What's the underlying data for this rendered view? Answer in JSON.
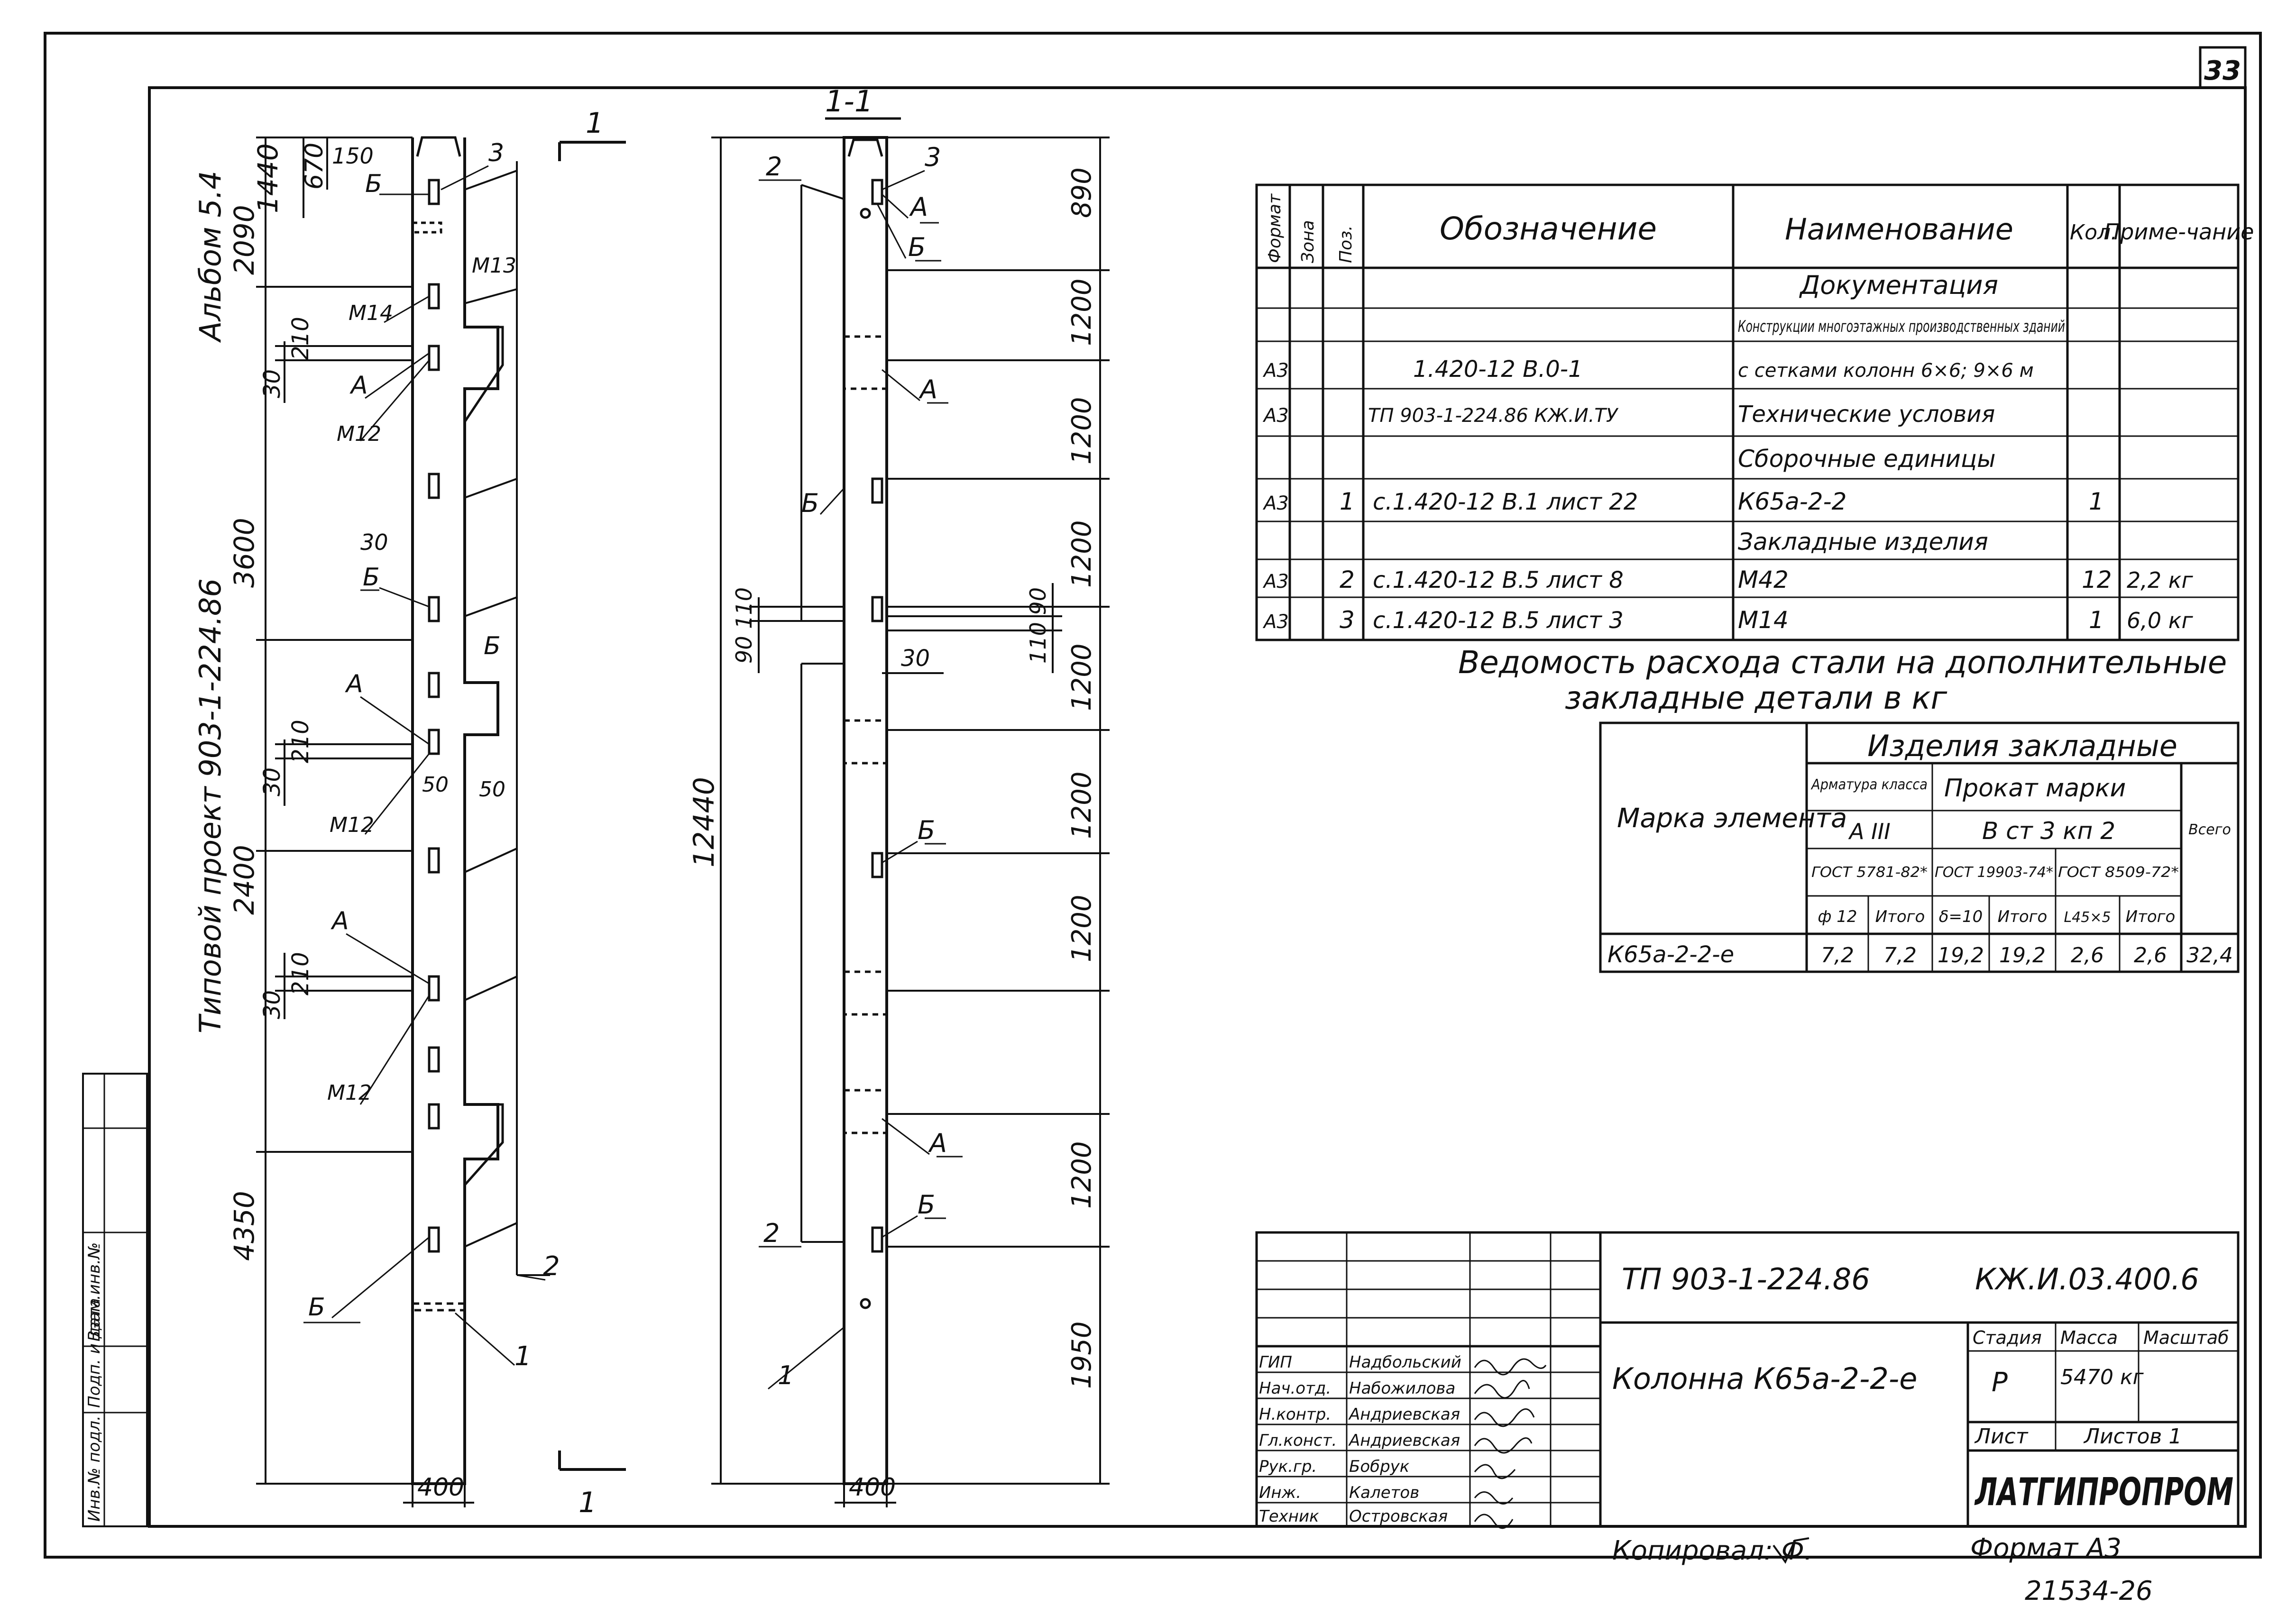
{
  "sheet": {
    "page_number": "33",
    "album": "Альбом 5.4",
    "project": "Типовой проект 903-1-224.86",
    "copied_by": "Копировал: Ф.",
    "format": "Формат А3",
    "archive_number": "21534-26"
  },
  "side_stamp": {
    "inv_no": "Инв.№ подл.",
    "sign_date": "Подп. и дата",
    "replaces": "Взам.инв.№"
  },
  "view_left": {
    "dims_left": [
      "1440",
      "670",
      "150",
      "2090",
      "210",
      "30",
      "3600",
      "30",
      "210",
      "2400",
      "30",
      "210",
      "4350"
    ],
    "labels": [
      "3",
      "Б",
      "М13",
      "М14",
      "А",
      "М12",
      "30",
      "Б",
      "Б",
      "А",
      "50",
      "50",
      "М12",
      "А",
      "М12",
      "Б",
      "1",
      "2"
    ],
    "section_mark": "1",
    "width_dim": "400"
  },
  "view_right": {
    "title": "1-1",
    "dims_right": [
      "890",
      "1200",
      "1200",
      "1200",
      "1200",
      "1200",
      "1200",
      "1200",
      "1950"
    ],
    "overall_height": "12440",
    "dims_mid_left": "90 110",
    "dims_mid_right": "110 90",
    "dim_30": "30",
    "labels": [
      "2",
      "3",
      "А",
      "Б",
      "А",
      "Б",
      "Б",
      "А",
      "Б",
      "2",
      "1"
    ],
    "width_dim": "400"
  },
  "spec_table": {
    "headers": [
      "Формат",
      "Зона",
      "Поз.",
      "Обозначение",
      "Наименование",
      "Кол.",
      "Приме-чание"
    ],
    "rows": [
      {
        "format": "",
        "pos": "",
        "designation": "",
        "name": "Документация",
        "qty": "",
        "note": ""
      },
      {
        "format": "",
        "pos": "",
        "designation": "",
        "name": "Конструкции многоэтажных производственных зданий",
        "qty": "",
        "note": ""
      },
      {
        "format": "А3",
        "pos": "",
        "designation": "1.420-12 В.0-1",
        "name": "с сетками колонн 6×6; 9×6 м",
        "qty": "",
        "note": ""
      },
      {
        "format": "А3",
        "pos": "",
        "designation": "ТП 903-1-224.86  КЖ.И.ТУ",
        "name": "Технические условия",
        "qty": "",
        "note": ""
      },
      {
        "format": "",
        "pos": "",
        "designation": "",
        "name": "Сборочные единицы",
        "qty": "",
        "note": ""
      },
      {
        "format": "А3",
        "pos": "1",
        "designation": "с.1.420-12 В.1 лист 22",
        "name": "К65а-2-2",
        "qty": "1",
        "note": ""
      },
      {
        "format": "",
        "pos": "",
        "designation": "",
        "name": "Закладные изделия",
        "qty": "",
        "note": ""
      },
      {
        "format": "А3",
        "pos": "2",
        "designation": "с.1.420-12 В.5 лист 8",
        "name": "М42",
        "qty": "12",
        "note": "2,2 кг"
      },
      {
        "format": "А3",
        "pos": "3",
        "designation": "с.1.420-12 В.5 лист 3",
        "name": "М14",
        "qty": "1",
        "note": "6,0 кг"
      }
    ]
  },
  "steel_table": {
    "title_line1": "Ведомость расхода стали на дополнительные",
    "title_line2": "закладные детали в кг",
    "group_header": "Изделия закладные",
    "mark_header": "Марка элемента",
    "rebar_class_header": "Арматура класса",
    "rebar_class": "А III",
    "rolled_header": "Прокат марки",
    "rolled_grade": "В ст 3 кп 2",
    "gost1": "ГОСТ 5781-82*",
    "gost2": "ГОСТ 19903-74*",
    "gost3": "ГОСТ 8509-72*",
    "total_header": "Всего",
    "sub_headers": [
      "ф 12",
      "Итого",
      "δ=10",
      "Итого",
      "L45×5",
      "Итого"
    ],
    "row": {
      "mark": "К65а-2-2-е",
      "values": [
        "7,2",
        "7,2",
        "19,2",
        "19,2",
        "2,6",
        "2,6",
        "32,4"
      ]
    }
  },
  "title_block": {
    "project_code": "ТП 903-1-224.86",
    "drawing_code": "КЖ.И.03.400.6",
    "name": "Колонна К65а-2-2-е",
    "stage_header": "Стадия",
    "mass_header": "Масса",
    "scale_header": "Масштаб",
    "stage": "Р",
    "mass": "5470 кг",
    "sheet_label": "Лист",
    "sheets_label": "Листов 1",
    "organization": "ЛАТГИПРОПРОМ",
    "signers": [
      {
        "role": "ГИП",
        "name": "Надбольский"
      },
      {
        "role": "Нач.отд.",
        "name": "Набожилова"
      },
      {
        "role": "Н.контр.",
        "name": "Андриевская"
      },
      {
        "role": "Гл.конст.",
        "name": "Андриевская"
      },
      {
        "role": "Рук.гр.",
        "name": "Бобрук"
      },
      {
        "role": "Инж.",
        "name": "Калетов"
      },
      {
        "role": "Техник",
        "name": "Островская"
      }
    ]
  }
}
